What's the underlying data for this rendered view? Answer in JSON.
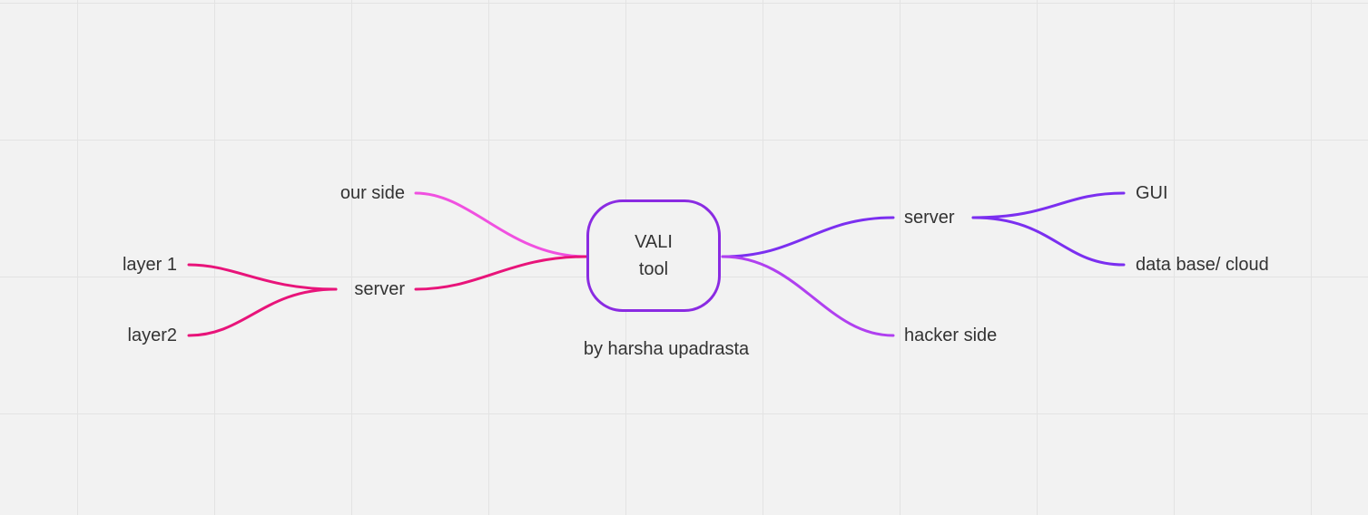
{
  "mindmap": {
    "root": {
      "line1": "VALI",
      "line2": "tool",
      "border_color": "#8a2be2"
    },
    "caption": "by harsha upadrasta",
    "left": {
      "our_side": "our side",
      "server": "server",
      "layer1": "layer 1",
      "layer2": "layer2"
    },
    "right": {
      "server": "server",
      "gui": "GUI",
      "database": "data base/ cloud",
      "hacker_side": "hacker side"
    },
    "colors": {
      "our_side_branch": "#f050e0",
      "left_server_branch": "#e8147a",
      "right_server_branch": "#7b2ff0",
      "hacker_side_branch": "#b040f0"
    }
  }
}
